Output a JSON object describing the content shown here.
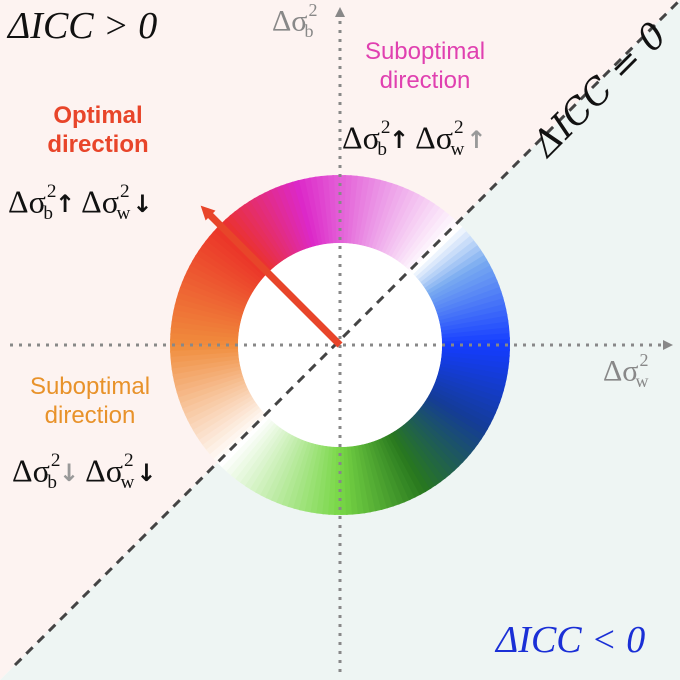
{
  "regions": {
    "upper_label": "ΔICC > 0",
    "lower_label": "ΔICC < 0",
    "diagonal_label": "ΔICC = 0",
    "upper_color": "#fdf3f1",
    "lower_color": "#eef5f3"
  },
  "axes": {
    "x_label_base": "Δσ",
    "x_label_sup": "2",
    "x_label_sub": "w",
    "y_label_base": "Δσ",
    "y_label_sup": "2",
    "y_label_sub": "b",
    "color": "#888888"
  },
  "optimal": {
    "title_line1": "Optimal",
    "title_line2": "direction",
    "color": "#e8452a",
    "arrow_angle_deg": 135,
    "eq": {
      "b_base": "Δσ",
      "b_sup": "2",
      "b_sub": "b",
      "b_arrow": "↑",
      "w_base": "Δσ",
      "w_sup": "2",
      "w_sub": "w",
      "w_arrow": "↓"
    }
  },
  "suboptimal_top": {
    "title_line1": "Suboptimal",
    "title_line2": "direction",
    "color": "#e040b0",
    "eq": {
      "b_base": "Δσ",
      "b_sup": "2",
      "b_sub": "b",
      "b_arrow": "↑",
      "w_base": "Δσ",
      "w_sup": "2",
      "w_sub": "w",
      "w_arrow": "↑"
    }
  },
  "suboptimal_bottom": {
    "title_line1": "Suboptimal",
    "title_line2": "direction",
    "color": "#e8922a",
    "eq": {
      "b_base": "Δσ",
      "b_sup": "2",
      "b_sub": "b",
      "b_arrow": "↓",
      "w_base": "Δσ",
      "w_sup": "2",
      "w_sub": "w",
      "w_arrow": "↓"
    }
  },
  "colors": {
    "ICC_positive_text": "#000000",
    "ICC_negative_text": "#1a2fd6",
    "grey_arrow": "#999999"
  }
}
